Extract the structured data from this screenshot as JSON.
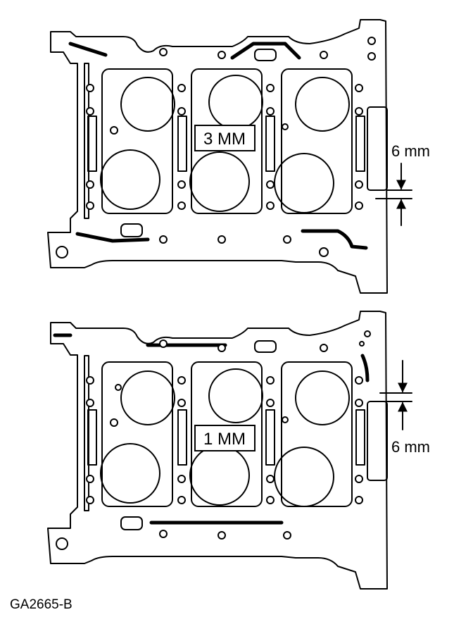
{
  "figure_code": "GA2665-B",
  "top_gasket": {
    "thickness_label": "3 MM",
    "dimension_label": "6 mm"
  },
  "bottom_gasket": {
    "thickness_label": "1 MM",
    "dimension_label": "6 mm"
  },
  "colors": {
    "ink": "#000000",
    "paper": "#ffffff"
  }
}
